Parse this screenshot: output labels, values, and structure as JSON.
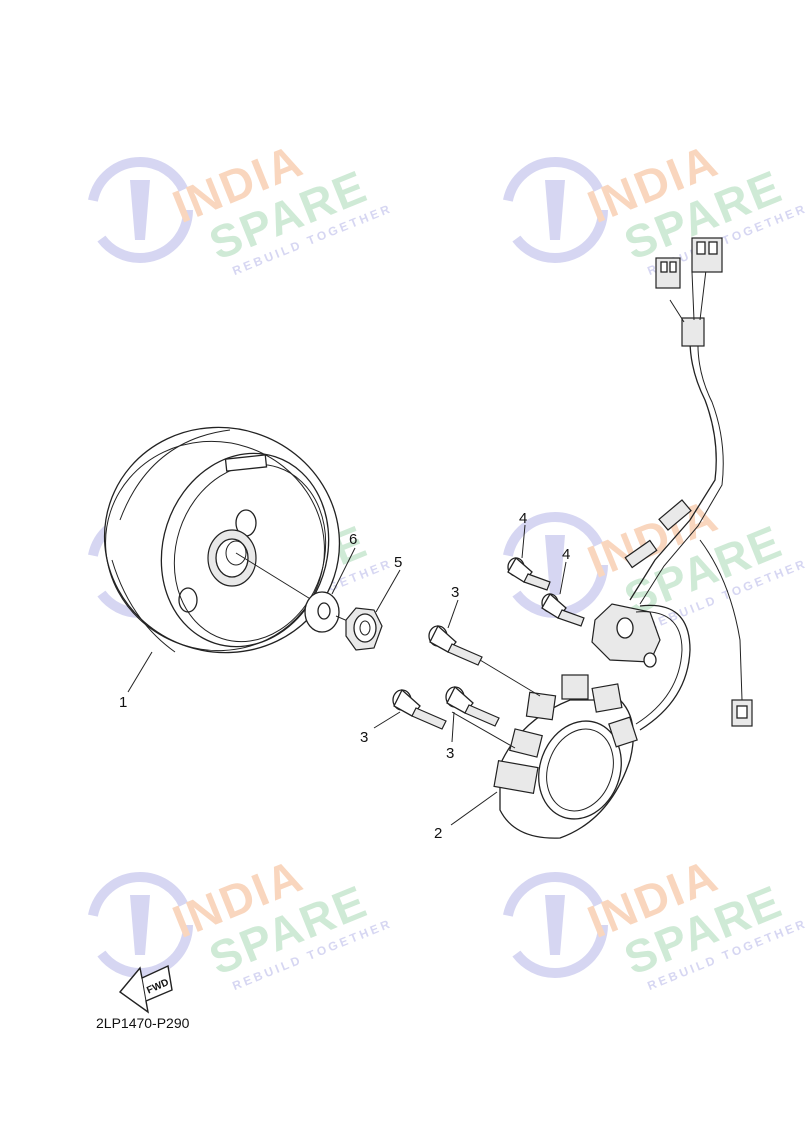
{
  "diagram": {
    "code": "2LP1470-P290",
    "fwd_label": "FWD",
    "callouts": [
      "1",
      "2",
      "3",
      "3",
      "3",
      "4",
      "4",
      "5",
      "6"
    ]
  },
  "watermark": {
    "line1": "INDIA",
    "line2": "SPARE",
    "tagline": "REBUILD TOGETHER",
    "colors": {
      "india": "#f7c9a8",
      "spare": "#bfe3c8",
      "logo": "#c9c9ee"
    }
  }
}
